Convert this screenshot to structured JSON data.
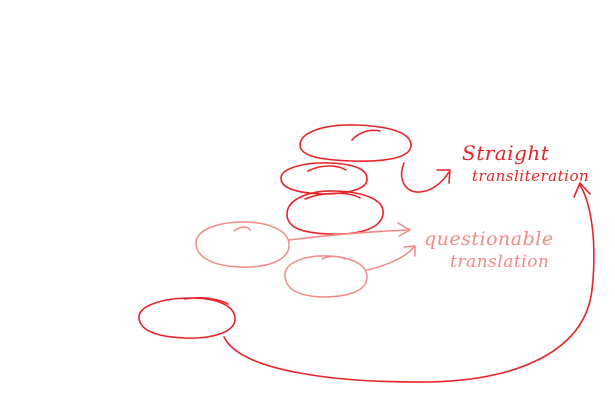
{
  "colors": {
    "strong_red": "#e8232a",
    "light_red": "#f08a86",
    "background": "#ffffff"
  },
  "annotations": {
    "straight_line1": "Straight",
    "straight_line2": "transliteration",
    "questionable_line1": "questionable",
    "questionable_line2": "translation"
  }
}
